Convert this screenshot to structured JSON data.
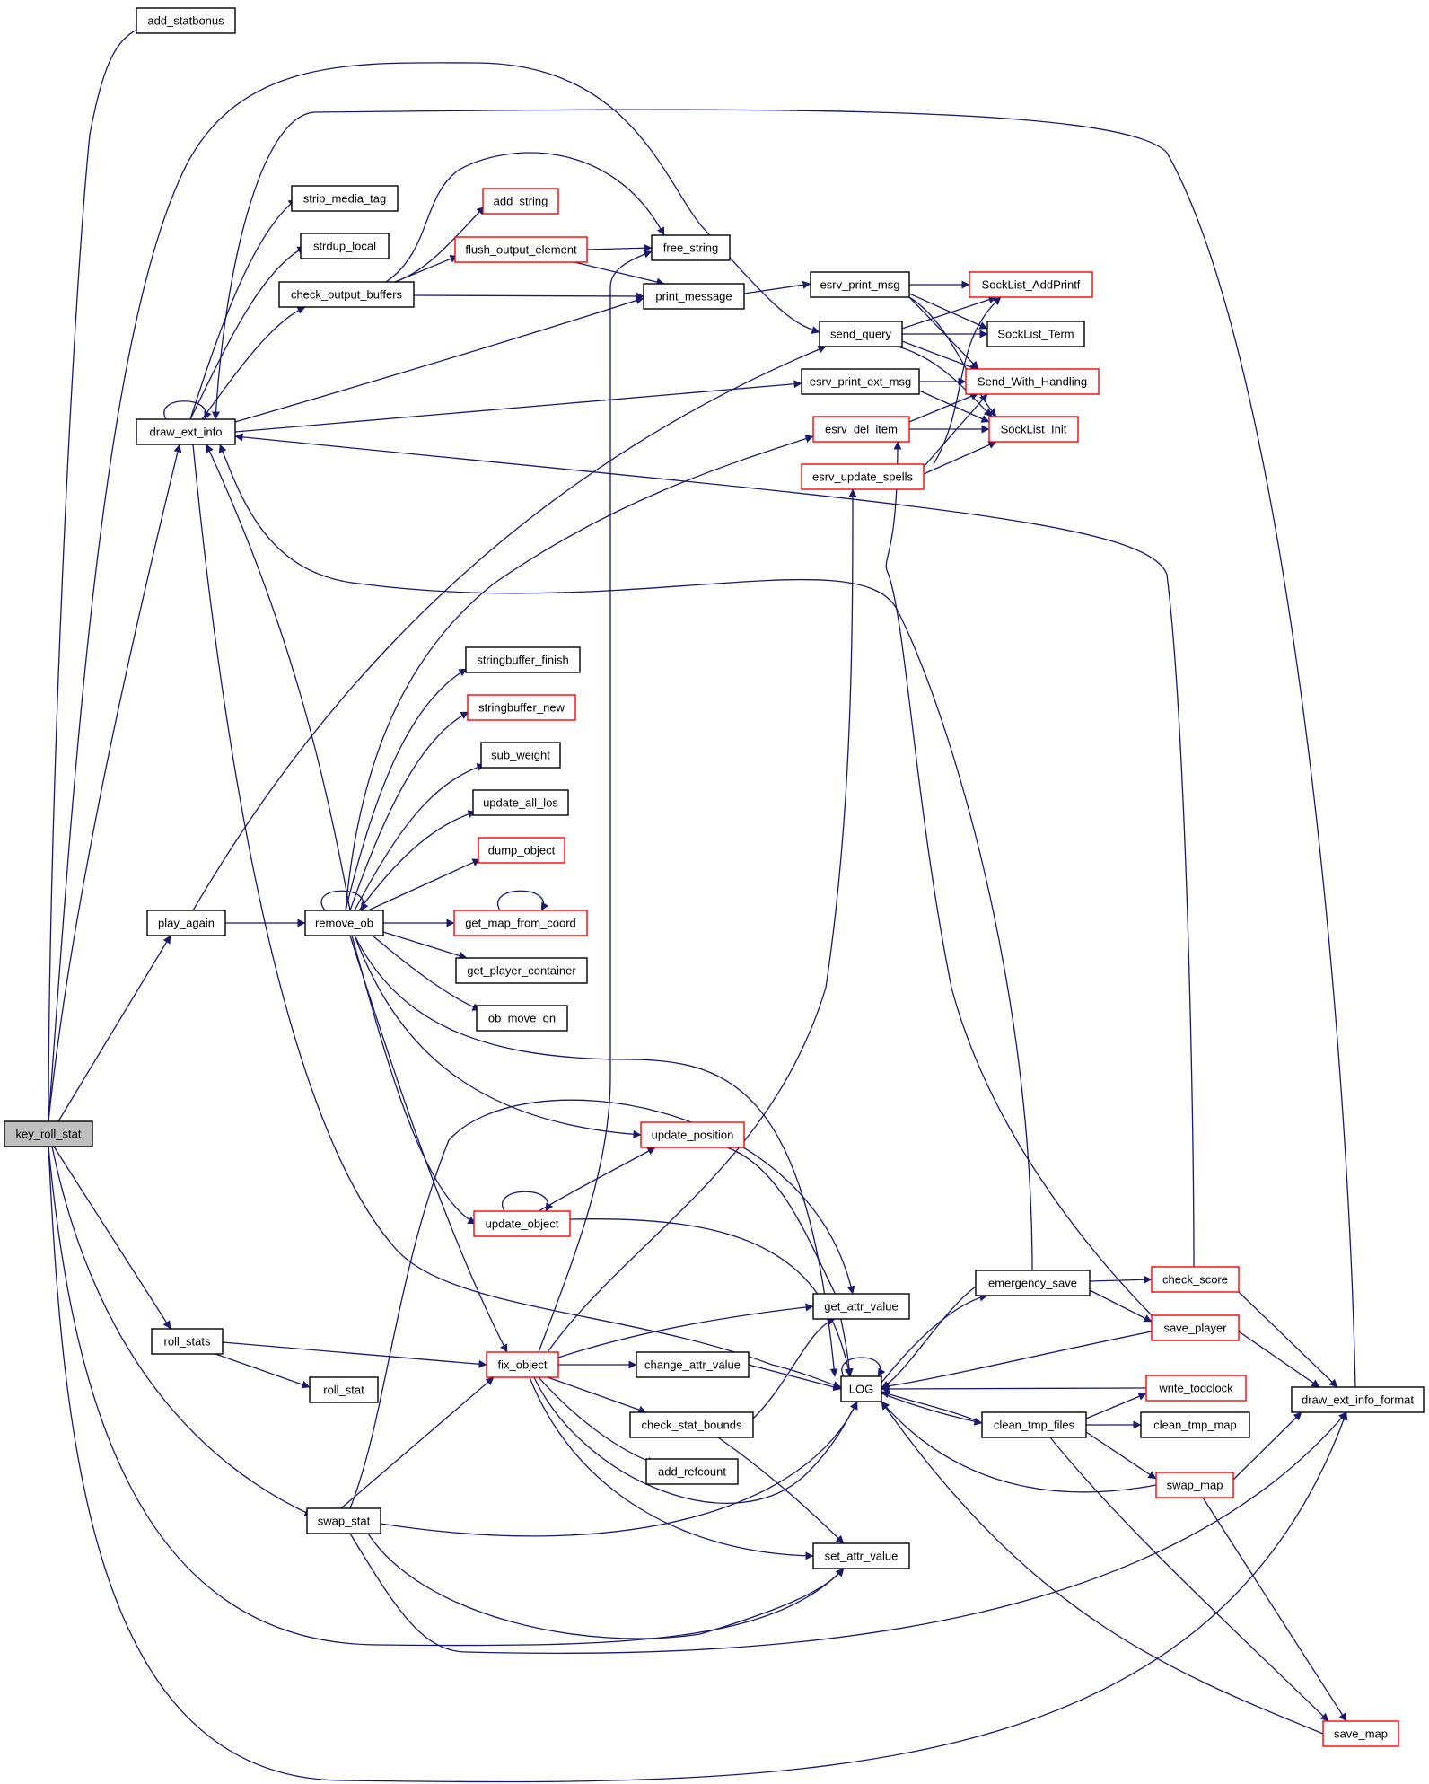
{
  "graph": {
    "colors": {
      "edge": "#191970",
      "node_border_default": "#000000",
      "node_border_incomplete": "#ff0000",
      "node_fill_current": "#bfbfbf",
      "node_fill": "#ffffff"
    },
    "nodes": [
      {
        "id": "key_roll_stat",
        "label": "key_roll_stat",
        "status": "current"
      },
      {
        "id": "add_statbonus",
        "label": "add_statbonus",
        "status": "normal"
      },
      {
        "id": "draw_ext_info",
        "label": "draw_ext_info",
        "status": "normal"
      },
      {
        "id": "strip_media_tag",
        "label": "strip_media_tag",
        "status": "normal"
      },
      {
        "id": "strdup_local",
        "label": "strdup_local",
        "status": "normal"
      },
      {
        "id": "check_output_buffers",
        "label": "check_output_buffers",
        "status": "normal"
      },
      {
        "id": "add_string",
        "label": "add_string",
        "status": "incomplete"
      },
      {
        "id": "flush_output_element",
        "label": "flush_output_element",
        "status": "incomplete"
      },
      {
        "id": "free_string",
        "label": "free_string",
        "status": "normal"
      },
      {
        "id": "print_message",
        "label": "print_message",
        "status": "normal"
      },
      {
        "id": "esrv_print_msg",
        "label": "esrv_print_msg",
        "status": "normal"
      },
      {
        "id": "send_query",
        "label": "send_query",
        "status": "normal"
      },
      {
        "id": "esrv_print_ext_msg",
        "label": "esrv_print_ext_msg",
        "status": "normal"
      },
      {
        "id": "esrv_del_item",
        "label": "esrv_del_item",
        "status": "incomplete"
      },
      {
        "id": "esrv_update_spells",
        "label": "esrv_update_spells",
        "status": "incomplete"
      },
      {
        "id": "SockList_AddPrintf",
        "label": "SockList_AddPrintf",
        "status": "incomplete"
      },
      {
        "id": "SockList_Term",
        "label": "SockList_Term",
        "status": "normal"
      },
      {
        "id": "Send_With_Handling",
        "label": "Send_With_Handling",
        "status": "incomplete"
      },
      {
        "id": "SockList_Init",
        "label": "SockList_Init",
        "status": "incomplete"
      },
      {
        "id": "play_again",
        "label": "play_again",
        "status": "normal"
      },
      {
        "id": "remove_ob",
        "label": "remove_ob",
        "status": "normal"
      },
      {
        "id": "stringbuffer_finish",
        "label": "stringbuffer_finish",
        "status": "normal"
      },
      {
        "id": "stringbuffer_new",
        "label": "stringbuffer_new",
        "status": "incomplete"
      },
      {
        "id": "sub_weight",
        "label": "sub_weight",
        "status": "normal"
      },
      {
        "id": "update_all_los",
        "label": "update_all_los",
        "status": "normal"
      },
      {
        "id": "dump_object",
        "label": "dump_object",
        "status": "incomplete"
      },
      {
        "id": "get_map_from_coord",
        "label": "get_map_from_coord",
        "status": "incomplete"
      },
      {
        "id": "get_player_container",
        "label": "get_player_container",
        "status": "normal"
      },
      {
        "id": "ob_move_on",
        "label": "ob_move_on",
        "status": "normal"
      },
      {
        "id": "update_position",
        "label": "update_position",
        "status": "incomplete"
      },
      {
        "id": "update_object",
        "label": "update_object",
        "status": "incomplete"
      },
      {
        "id": "get_attr_value",
        "label": "get_attr_value",
        "status": "normal"
      },
      {
        "id": "emergency_save",
        "label": "emergency_save",
        "status": "normal"
      },
      {
        "id": "check_score",
        "label": "check_score",
        "status": "incomplete"
      },
      {
        "id": "save_player",
        "label": "save_player",
        "status": "incomplete"
      },
      {
        "id": "roll_stats",
        "label": "roll_stats",
        "status": "normal"
      },
      {
        "id": "roll_stat",
        "label": "roll_stat",
        "status": "normal"
      },
      {
        "id": "fix_object",
        "label": "fix_object",
        "status": "incomplete"
      },
      {
        "id": "change_attr_value",
        "label": "change_attr_value",
        "status": "normal"
      },
      {
        "id": "LOG",
        "label": "LOG",
        "status": "normal"
      },
      {
        "id": "write_todclock",
        "label": "write_todclock",
        "status": "incomplete"
      },
      {
        "id": "draw_ext_info_format",
        "label": "draw_ext_info_format",
        "status": "normal"
      },
      {
        "id": "check_stat_bounds",
        "label": "check_stat_bounds",
        "status": "normal"
      },
      {
        "id": "clean_tmp_files",
        "label": "clean_tmp_files",
        "status": "normal"
      },
      {
        "id": "clean_tmp_map",
        "label": "clean_tmp_map",
        "status": "normal"
      },
      {
        "id": "add_refcount",
        "label": "add_refcount",
        "status": "normal"
      },
      {
        "id": "swap_map",
        "label": "swap_map",
        "status": "incomplete"
      },
      {
        "id": "swap_stat",
        "label": "swap_stat",
        "status": "normal"
      },
      {
        "id": "set_attr_value",
        "label": "set_attr_value",
        "status": "normal"
      },
      {
        "id": "save_map",
        "label": "save_map",
        "status": "incomplete"
      }
    ],
    "edges": [
      [
        "key_roll_stat",
        "add_statbonus"
      ],
      [
        "key_roll_stat",
        "draw_ext_info"
      ],
      [
        "key_roll_stat",
        "send_query"
      ],
      [
        "key_roll_stat",
        "draw_ext_info_format"
      ],
      [
        "key_roll_stat",
        "play_again"
      ],
      [
        "key_roll_stat",
        "roll_stats"
      ],
      [
        "key_roll_stat",
        "swap_stat"
      ],
      [
        "key_roll_stat",
        "set_attr_value"
      ],
      [
        "draw_ext_info",
        "draw_ext_info"
      ],
      [
        "draw_ext_info",
        "strip_media_tag"
      ],
      [
        "draw_ext_info",
        "strdup_local"
      ],
      [
        "draw_ext_info",
        "check_output_buffers"
      ],
      [
        "draw_ext_info",
        "print_message"
      ],
      [
        "draw_ext_info",
        "esrv_print_ext_msg"
      ],
      [
        "draw_ext_info",
        "LOG"
      ],
      [
        "check_output_buffers",
        "add_string"
      ],
      [
        "check_output_buffers",
        "flush_output_element"
      ],
      [
        "check_output_buffers",
        "free_string"
      ],
      [
        "check_output_buffers",
        "print_message"
      ],
      [
        "flush_output_element",
        "free_string"
      ],
      [
        "flush_output_element",
        "print_message"
      ],
      [
        "print_message",
        "esrv_print_msg"
      ],
      [
        "esrv_print_msg",
        "SockList_AddPrintf"
      ],
      [
        "esrv_print_msg",
        "SockList_Term"
      ],
      [
        "esrv_print_msg",
        "Send_With_Handling"
      ],
      [
        "esrv_print_msg",
        "SockList_Init"
      ],
      [
        "send_query",
        "SockList_AddPrintf"
      ],
      [
        "send_query",
        "SockList_Term"
      ],
      [
        "send_query",
        "Send_With_Handling"
      ],
      [
        "send_query",
        "SockList_Init"
      ],
      [
        "esrv_print_ext_msg",
        "Send_With_Handling"
      ],
      [
        "esrv_print_ext_msg",
        "SockList_Init"
      ],
      [
        "esrv_del_item",
        "SockList_Init"
      ],
      [
        "esrv_del_item",
        "Send_With_Handling"
      ],
      [
        "esrv_update_spells",
        "SockList_AddPrintf"
      ],
      [
        "esrv_update_spells",
        "Send_With_Handling"
      ],
      [
        "esrv_update_spells",
        "SockList_Init"
      ],
      [
        "play_again",
        "send_query"
      ],
      [
        "play_again",
        "remove_ob"
      ],
      [
        "remove_ob",
        "remove_ob"
      ],
      [
        "remove_ob",
        "esrv_del_item"
      ],
      [
        "remove_ob",
        "stringbuffer_finish"
      ],
      [
        "remove_ob",
        "stringbuffer_new"
      ],
      [
        "remove_ob",
        "sub_weight"
      ],
      [
        "remove_ob",
        "update_all_los"
      ],
      [
        "remove_ob",
        "dump_object"
      ],
      [
        "remove_ob",
        "get_map_from_coord"
      ],
      [
        "remove_ob",
        "get_player_container"
      ],
      [
        "remove_ob",
        "ob_move_on"
      ],
      [
        "remove_ob",
        "update_position"
      ],
      [
        "remove_ob",
        "update_object"
      ],
      [
        "remove_ob",
        "fix_object"
      ],
      [
        "remove_ob",
        "LOG"
      ],
      [
        "remove_ob",
        "draw_ext_info"
      ],
      [
        "get_map_from_coord",
        "get_map_from_coord"
      ],
      [
        "update_object",
        "update_object"
      ],
      [
        "update_object",
        "update_position"
      ],
      [
        "update_object",
        "LOG"
      ],
      [
        "update_position",
        "LOG"
      ],
      [
        "roll_stats",
        "roll_stat"
      ],
      [
        "roll_stats",
        "fix_object"
      ],
      [
        "fix_object",
        "free_string"
      ],
      [
        "fix_object",
        "esrv_update_spells"
      ],
      [
        "fix_object",
        "get_attr_value"
      ],
      [
        "fix_object",
        "change_attr_value"
      ],
      [
        "fix_object",
        "check_stat_bounds"
      ],
      [
        "fix_object",
        "add_refcount"
      ],
      [
        "fix_object",
        "LOG"
      ],
      [
        "fix_object",
        "set_attr_value"
      ],
      [
        "change_attr_value",
        "LOG"
      ],
      [
        "check_stat_bounds",
        "get_attr_value"
      ],
      [
        "check_stat_bounds",
        "set_attr_value"
      ],
      [
        "swap_stat",
        "get_attr_value"
      ],
      [
        "swap_stat",
        "fix_object"
      ],
      [
        "swap_stat",
        "LOG"
      ],
      [
        "swap_stat",
        "set_attr_value"
      ],
      [
        "swap_stat",
        "draw_ext_info_format"
      ],
      [
        "LOG",
        "LOG"
      ],
      [
        "LOG",
        "emergency_save"
      ],
      [
        "LOG",
        "clean_tmp_files"
      ],
      [
        "emergency_save",
        "check_score"
      ],
      [
        "emergency_save",
        "save_player"
      ],
      [
        "emergency_save",
        "LOG"
      ],
      [
        "emergency_save",
        "draw_ext_info"
      ],
      [
        "check_score",
        "draw_ext_info"
      ],
      [
        "check_score",
        "draw_ext_info_format"
      ],
      [
        "save_player",
        "esrv_del_item"
      ],
      [
        "save_player",
        "LOG"
      ],
      [
        "save_player",
        "draw_ext_info_format"
      ],
      [
        "clean_tmp_files",
        "write_todclock"
      ],
      [
        "clean_tmp_files",
        "clean_tmp_map"
      ],
      [
        "clean_tmp_files",
        "swap_map"
      ],
      [
        "clean_tmp_files",
        "save_map"
      ],
      [
        "clean_tmp_files",
        "LOG"
      ],
      [
        "write_todclock",
        "LOG"
      ],
      [
        "swap_map",
        "LOG"
      ],
      [
        "swap_map",
        "draw_ext_info_format"
      ],
      [
        "swap_map",
        "save_map"
      ],
      [
        "save_map",
        "LOG"
      ],
      [
        "draw_ext_info_format",
        "draw_ext_info"
      ]
    ]
  }
}
